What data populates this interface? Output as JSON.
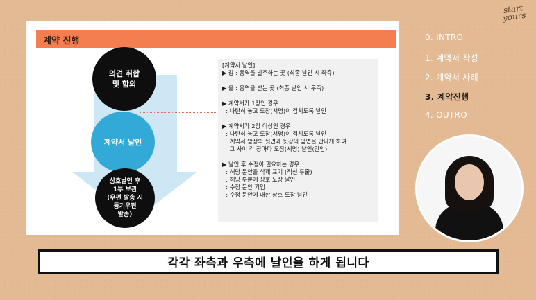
{
  "logo": {
    "line1": "start",
    "line2": "yours"
  },
  "slide": {
    "title": "계약 진행",
    "steps": [
      {
        "lines": [
          "의견 취합",
          "및 합의"
        ]
      },
      {
        "lines": [
          "계약서 날인"
        ]
      },
      {
        "lines": [
          "상호날인 후",
          "1부 보관",
          "(우편 발송 시",
          "등기우편",
          "발송)"
        ]
      }
    ],
    "note": {
      "lines": [
        "[계약서 날인]",
        "▶ 갑 : 용역을 발주하는 곳 (최종 날인 시 좌측)",
        "",
        "▶ 을 : 용역을 받는 곳 (최종 날인 시 우측)",
        "",
        "▶ 계약서가 1장인 경우",
        "  : 나란히 놓고 도장(서명)이 겹치도록 날인",
        "",
        "▶ 계약서가 2장 이상인 경우",
        "  : 나란히 놓고 도장(서명)이 겹치도록 날인",
        "  : 계약서 앞장의 뒷면과 뒷장의 앞면을 만나게 하여",
        "    그 사이 각 장마다 도장(서명) 날인(간인)",
        "",
        "▶ 날인 후 수정이 필요하는 경우",
        "  : 해당 문안을 삭제 표기 (직선 두줄)",
        "  : 해당 부분에 상호 도장 날인",
        "  : 수정 문안 기입",
        "  : 수정 문안에 대한 상호 도장 날인"
      ]
    }
  },
  "menu": {
    "items": [
      {
        "label": "0. INTRO",
        "active": false
      },
      {
        "label": "1. 계약서 작성",
        "active": false
      },
      {
        "label": "2. 계약서 사례",
        "active": false
      },
      {
        "label": "3. 계약진행",
        "active": true
      },
      {
        "label": "4. OUTRO",
        "active": false
      }
    ]
  },
  "subtitle": "각각 좌측과 우측에 날인을 하게 됩니다",
  "colors": {
    "background": "#e3ba93",
    "header": "#f47e4f",
    "step_blue": "#33a9d8",
    "arrow": "#cde7f5"
  }
}
